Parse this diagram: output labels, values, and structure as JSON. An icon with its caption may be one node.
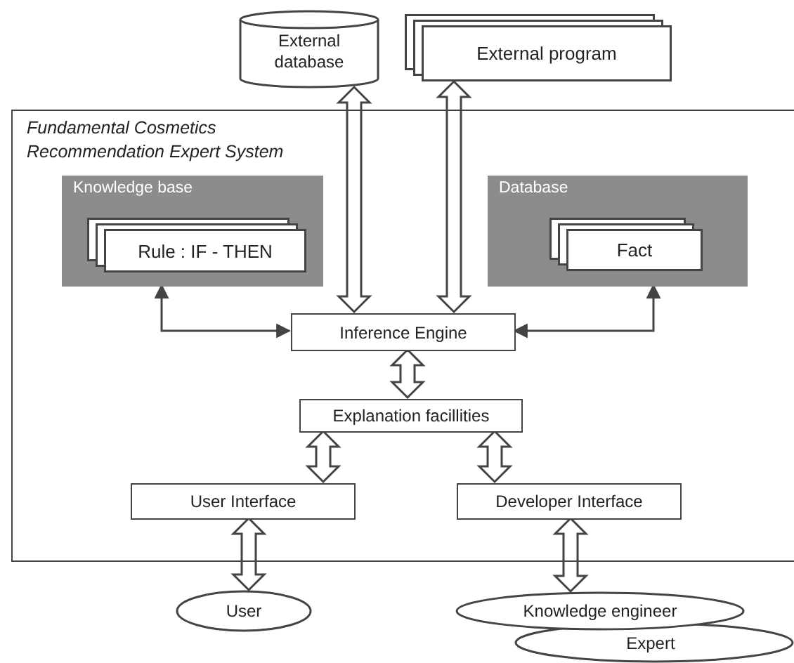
{
  "diagram": {
    "nodes": [
      {
        "text": [
          "External database"
        ]
      },
      {
        "text": [
          "External program"
        ]
      },
      {
        "text": [
          "Fundamental Cosmetics Recommendation Expert System"
        ]
      },
      {
        "text": [
          "Knowledge base"
        ],
        "in": 2
      },
      {
        "text": [
          "Rule : IF - THEN"
        ],
        "in": 3
      },
      {
        "text": [
          "Database"
        ],
        "in": 2
      },
      {
        "text": [
          "Fact"
        ],
        "in": 5
      },
      {
        "text": [
          "Inference Engine"
        ],
        "in": 2
      },
      {
        "text": [
          "Explanation facillities"
        ],
        "in": 2
      },
      {
        "text": [
          "User Interface"
        ],
        "in": 2
      },
      {
        "text": [
          "Developer Interface"
        ],
        "in": 2
      },
      {
        "text": [
          "User"
        ]
      },
      {
        "text": [
          "Knowledge engineer"
        ]
      },
      {
        "text": [
          "Expert"
        ]
      }
    ],
    "edges": [
      {
        "from": 0,
        "to": 7,
        "arrow": "both",
        "style": "thick"
      },
      {
        "from": 1,
        "to": 7,
        "arrow": "both",
        "style": "thick"
      },
      {
        "from": 3,
        "to": 7,
        "arrow": "both"
      },
      {
        "from": 5,
        "to": 7,
        "arrow": "both"
      },
      {
        "from": 7,
        "to": 8,
        "arrow": "both",
        "style": "thick"
      },
      {
        "from": 8,
        "to": 9,
        "arrow": "both",
        "style": "thick"
      },
      {
        "from": 8,
        "to": 10,
        "arrow": "both",
        "style": "thick"
      },
      {
        "from": 9,
        "to": 11,
        "arrow": "both",
        "style": "thick"
      },
      {
        "from": 10,
        "to": 12,
        "arrow": "both",
        "style": "thick"
      }
    ]
  }
}
